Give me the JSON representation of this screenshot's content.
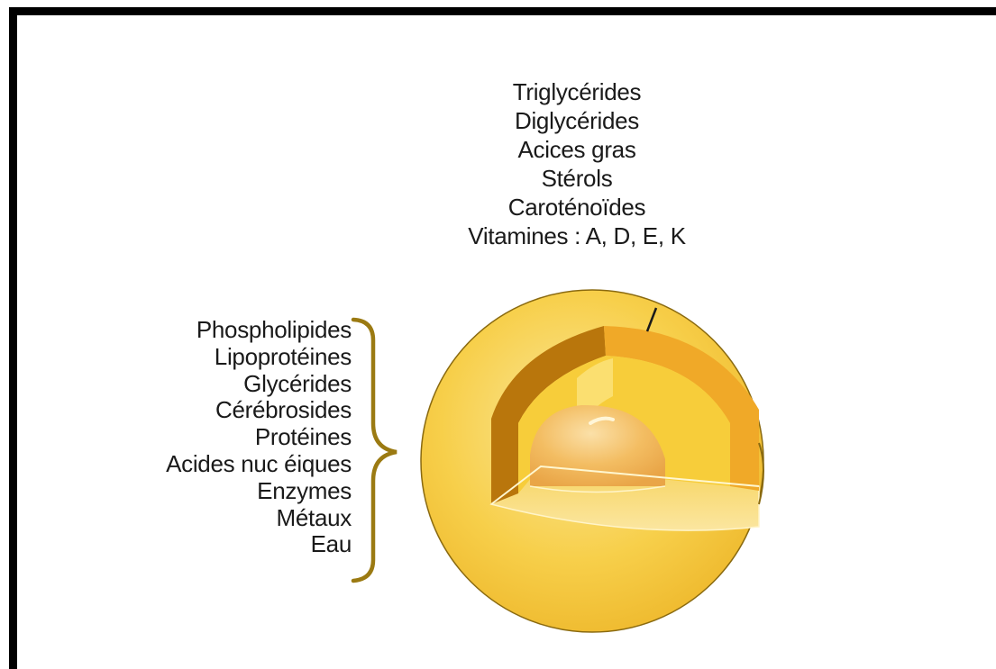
{
  "core_contents": {
    "items": [
      "Triglycérides",
      "Diglycérides",
      "Acices gras",
      "Stérols",
      "Caroténoïdes",
      "Vitamines : A, D, E, K"
    ]
  },
  "membrane_contents": {
    "items": [
      "Phospholipides",
      "Lipoprotéines",
      "Glycérides",
      "Cérébrosides",
      "Protéines",
      "Acides nuc éiques",
      "Enzymes",
      "Métaux",
      "Eau"
    ]
  },
  "colors": {
    "outer_sphere": "#f5c53a",
    "outer_sphere_light": "#fbe28a",
    "membrane_dark": "#b9760c",
    "membrane_mid": "#f0a928",
    "inner_layer": "#f7cd3a",
    "core": "#f2b65a",
    "bracket": "#9b7a12",
    "frame": "#000000"
  }
}
